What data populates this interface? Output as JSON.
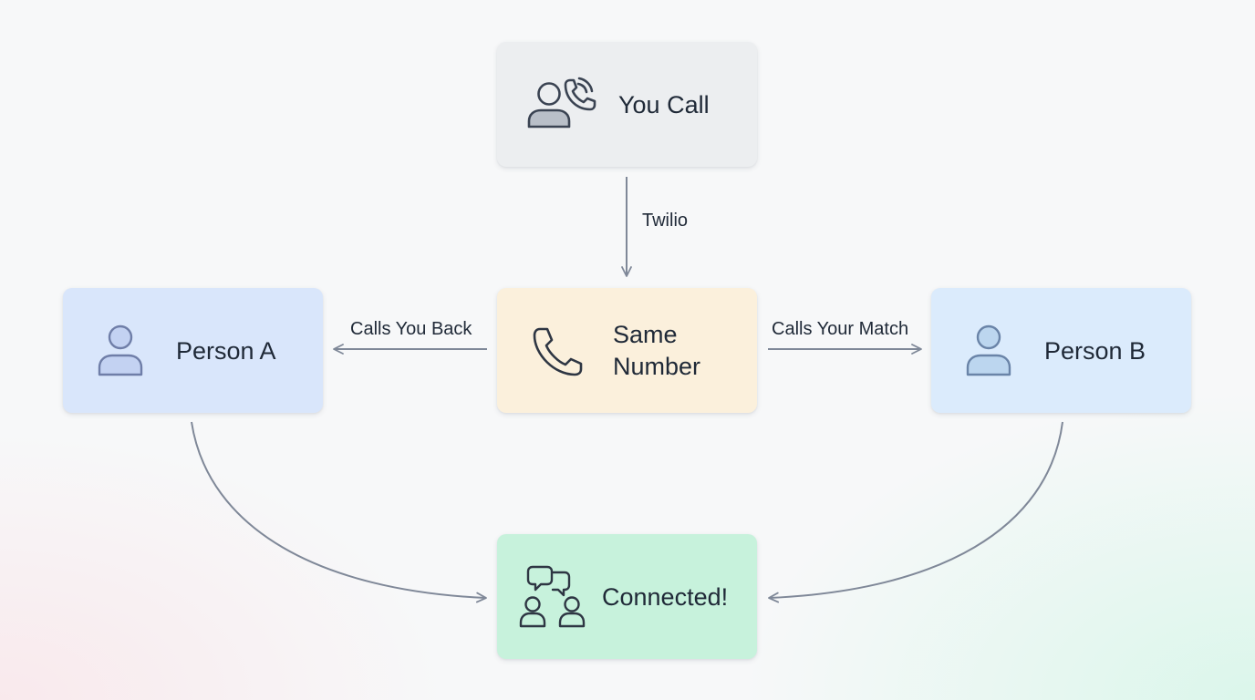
{
  "nodes": {
    "you_call": {
      "label": "You Call",
      "icon": "user-phone-icon",
      "color": "#eceef0"
    },
    "same_number": {
      "line1": "Same",
      "line2": "Number",
      "icon": "phone-icon",
      "color": "#fbf0dc"
    },
    "person_a": {
      "label": "Person A",
      "icon": "user-icon",
      "color": "#d9e6fb"
    },
    "person_b": {
      "label": "Person B",
      "icon": "user-icon",
      "color": "#dbebfc"
    },
    "connected": {
      "label": "Connected!",
      "icon": "chat-users-icon",
      "color": "#c7f2dc"
    }
  },
  "edges": {
    "twilio": "Twilio",
    "calls_you_back": "Calls You Back",
    "calls_your_match": "Calls Your Match"
  },
  "colors": {
    "edge": "#7f8898",
    "icon_stroke": "#3a4352",
    "text": "#1f2937"
  }
}
